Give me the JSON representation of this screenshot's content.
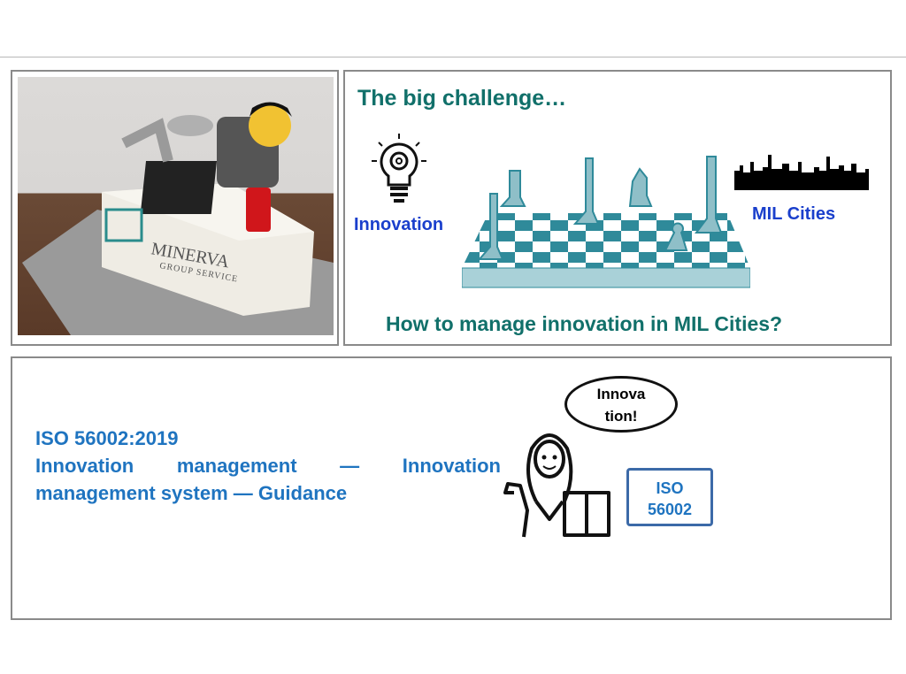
{
  "photo": {
    "desk_logo_text": "MINERVA",
    "desk_logo_subtext": "GROUP SERVICE"
  },
  "challenge": {
    "title": "The big challenge…",
    "innovation_label": "Innovation",
    "cities_label": "MIL Cities",
    "question": "How to manage innovation in MIL Cities?"
  },
  "iso": {
    "code": "ISO 56002:2019",
    "line2": "Innovation management — Innovation",
    "line3": "management system — Guidance",
    "speech_line1": "Innova",
    "speech_line2": "tion!",
    "scroll_line1": "ISO",
    "scroll_line2": "56002"
  },
  "colors": {
    "teal": "#11706a",
    "blue": "#1a3fcc",
    "iso_blue": "#1f74c0",
    "board": "#2f8a9a"
  }
}
